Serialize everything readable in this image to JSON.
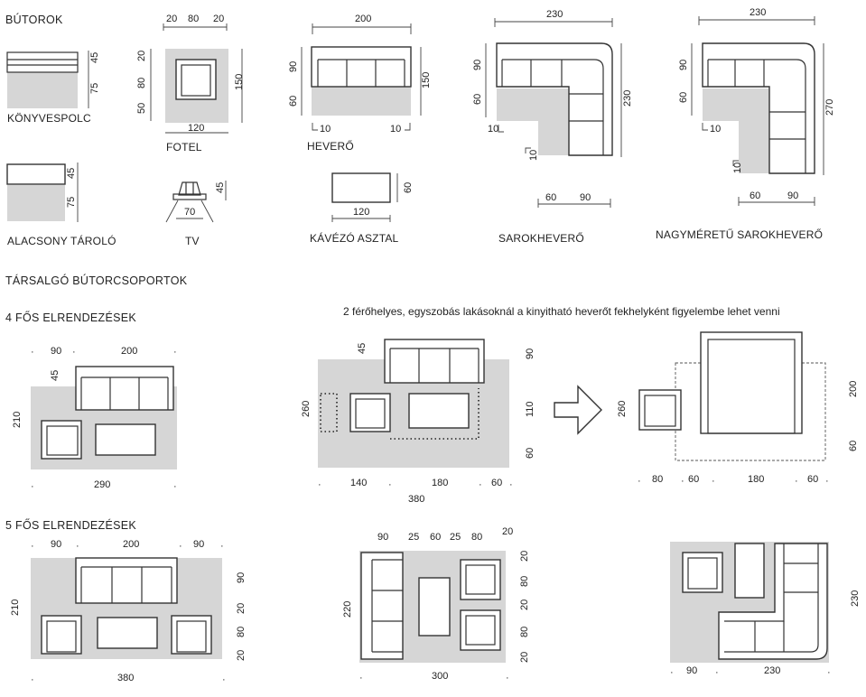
{
  "sections": {
    "butorok": "BÚTOROK",
    "tarsalgo": "TÁRSALGÓ BÚTORCSOPORTOK",
    "four": "4 FŐS ELRENDEZÉSEK",
    "five": "5 FŐS ELRENDEZÉSEK"
  },
  "note": "2 férőhelyes, egyszobás lakásoknál  a kinyitható heverőt fekhelyként figyelembe lehet venni",
  "items": {
    "konyvespolc": "KÖNYVESPOLC",
    "fotel": "FOTEL",
    "hevero": "HEVERŐ",
    "sarokhevero": "SAROKHEVERŐ",
    "nagy_sarokhevero": "NAGYMÉRETŰ SAROKHEVERŐ",
    "alacsony_tarolo": "ALACSONY TÁROLÓ",
    "tv": "TV",
    "kavezo_asztal": "KÁVÉZÓ ASZTAL"
  },
  "dims": {
    "kp45": "45",
    "kp75": "75",
    "at45": "45",
    "at75": "75",
    "f20a": "20",
    "f80": "80",
    "f20b": "20",
    "f20v": "20",
    "f80v": "80",
    "f50v": "50",
    "f150": "150",
    "f120": "120",
    "tv45": "45",
    "tv70": "70",
    "h200": "200",
    "h90": "90",
    "h60": "60",
    "h150": "150",
    "h10a": "10",
    "h10b": "10",
    "ka60": "60",
    "ka120": "120",
    "s230": "230",
    "s90": "90",
    "s60": "60",
    "s230v": "230",
    "s10a": "10",
    "s10b": "10",
    "s60b": "60",
    "s90b": "90",
    "n230": "230",
    "n90": "90",
    "n60": "60",
    "n270": "270",
    "n10a": "10",
    "n10b": "10",
    "n60b": "60",
    "n90b": "90",
    "a1_90": "90",
    "a1_200": "200",
    "a1_45": "45",
    "a1_210": "210",
    "a1_290": "290",
    "a2_45": "45",
    "a2_90": "90",
    "a2_260": "260",
    "a2_110": "110",
    "a2_60": "60",
    "a2_140": "140",
    "a2_180": "180",
    "a2_60b": "60",
    "a2_380": "380",
    "a3_260": "260",
    "a3_200": "200",
    "a3_60": "60",
    "a3_80": "80",
    "a3_60a": "60",
    "a3_180": "180",
    "a3_60b": "60",
    "b1_90": "90",
    "b1_200": "200",
    "b1_90b": "90",
    "b1_90v": "90",
    "b1_210": "210",
    "b1_20a": "20",
    "b1_80": "80",
    "b1_20b": "20",
    "b1_380": "380",
    "b2_90": "90",
    "b2_25a": "25",
    "b2_60": "60",
    "b2_25b": "25",
    "b2_80": "80",
    "b2_20": "20",
    "b2_20v": "20",
    "b2_80v": "80",
    "b2_20v2": "20",
    "b2_80v2": "80",
    "b2_20v3": "20",
    "b2_220": "220",
    "b2_300": "300",
    "b3_230v": "230",
    "b3_90": "90",
    "b3_230": "230"
  }
}
